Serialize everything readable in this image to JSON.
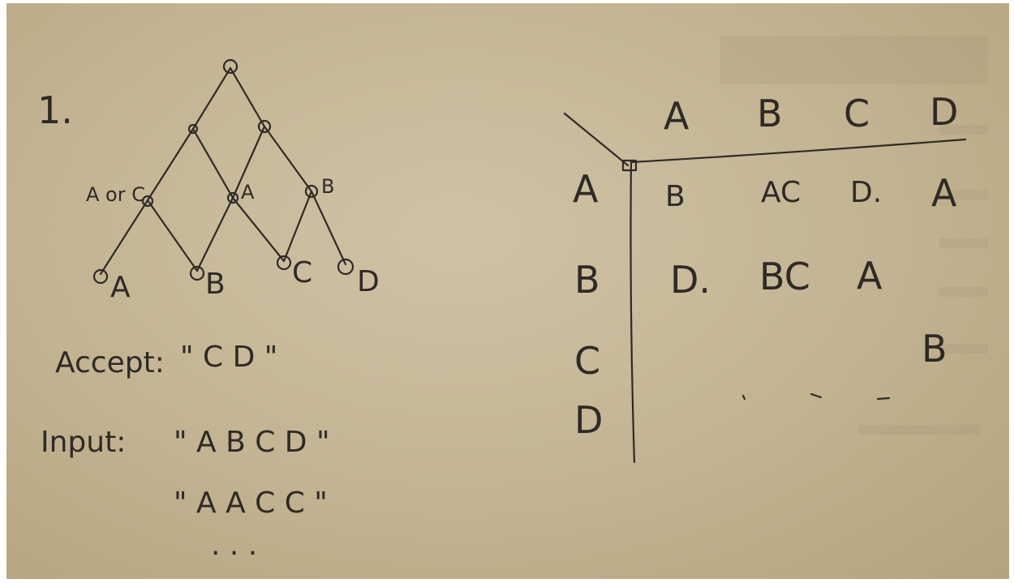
{
  "image": {
    "problem_number": "1.",
    "lattice_labels": {
      "left_mid": "A or C",
      "center_mid": "A",
      "right_mid": "B",
      "bottom": [
        "A",
        "B",
        "C",
        "D"
      ]
    },
    "accept": {
      "label": "Accept:",
      "value": "\" C D \""
    },
    "input": {
      "label": "Input:",
      "values": [
        "\" A B C D \"",
        "\" A A C C \""
      ],
      "ellipsis": ". . ."
    },
    "table": {
      "col_headers": [
        "A",
        "B",
        "C",
        "D"
      ],
      "row_headers": [
        "A",
        "B",
        "C",
        "D"
      ],
      "rows": [
        [
          "B",
          "AC",
          "D.",
          "A"
        ],
        [
          "D.",
          "BC",
          "A",
          ""
        ],
        [
          "",
          "",
          "",
          "B"
        ],
        [
          "",
          "",
          "",
          ""
        ]
      ]
    }
  }
}
